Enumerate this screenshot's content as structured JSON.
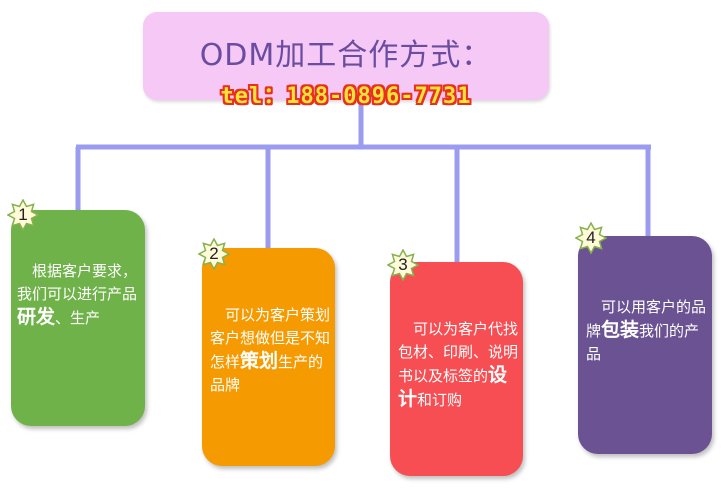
{
  "header": {
    "title": "ODM加工合作方式：",
    "phone": "tel：188-0896-7731"
  },
  "colors": {
    "header_bg": "#f5c8f5",
    "connector": "#9b9bf0",
    "card1": "#6fb24a",
    "card2": "#f59a00",
    "card3": "#f64e52",
    "card4": "#6b5293"
  },
  "steps": [
    {
      "num": "1",
      "pre": "　根据客户要求，我们可以进行产品",
      "em": "研发",
      "post": "、生产"
    },
    {
      "num": "2",
      "pre": "　可以为客户策划客户想做但是不知怎样",
      "em": "策划",
      "post": "生产的品牌"
    },
    {
      "num": "3",
      "pre": "　可以为客户代找包材、印刷、说明书以及标签的",
      "em": "设计",
      "post": "和订购"
    },
    {
      "num": "4",
      "pre": "　可以用客户的品牌",
      "em": "包装",
      "post": "我们的产品"
    }
  ]
}
